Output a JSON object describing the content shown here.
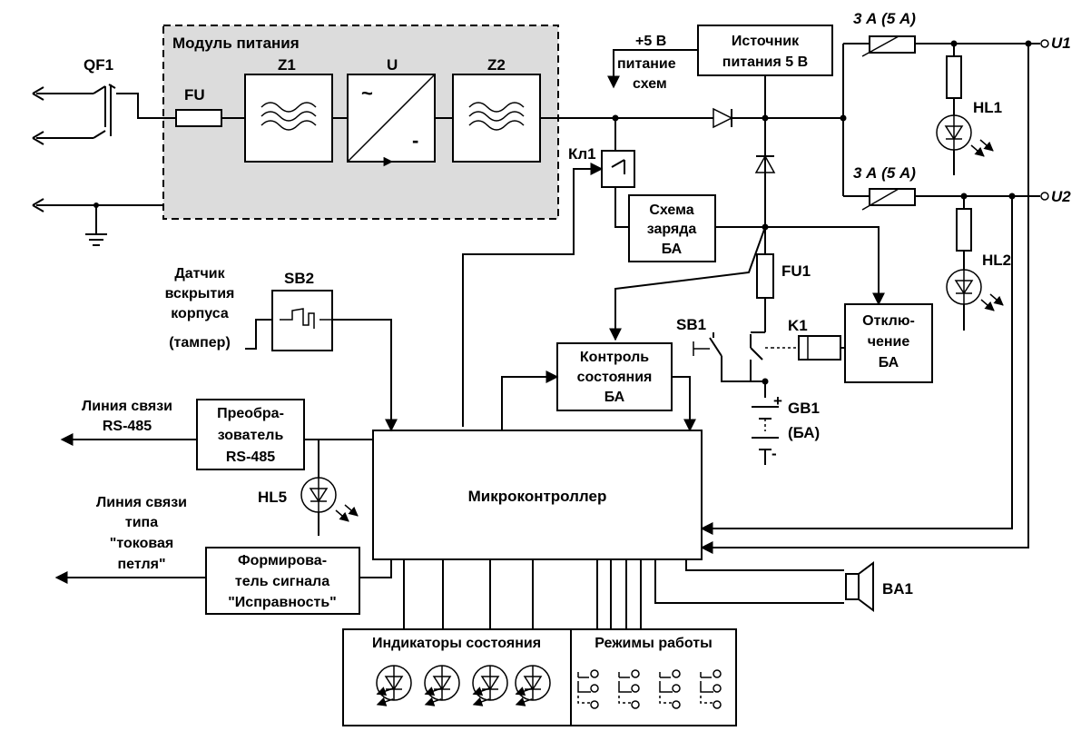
{
  "power_module": {
    "title": "Модуль питания",
    "fuse": "FU",
    "filter1": "Z1",
    "converter": "U",
    "converter_in": "~",
    "converter_out": "-",
    "filter2": "Z2"
  },
  "breaker": "QF1",
  "supply_5v": {
    "line1": "Источник",
    "line2": "питания 5 В",
    "out_line1": "+5 В",
    "out_line2": "питание",
    "out_line3": "схем"
  },
  "fuse_u1": "3 А (5 А)",
  "fuse_u2": "3 А (5 А)",
  "out_u1": "U1",
  "out_u2": "U2",
  "hl1": "HL1",
  "hl2": "HL2",
  "hl5": "HL5",
  "kl1": "Кл1",
  "charge": {
    "line1": "Схема",
    "line2": "заряда",
    "line3": "БА"
  },
  "fu1": "FU1",
  "sb1": "SB1",
  "k1": "K1",
  "disconnect": {
    "line1": "Отклю-",
    "line2": "чение",
    "line3": "БА"
  },
  "battery": {
    "name": "GB1",
    "sub": "(БА)",
    "plus": "+",
    "minus": "-"
  },
  "control": {
    "line1": "Контроль",
    "line2": "состояния",
    "line3": "БА"
  },
  "tamper": {
    "line1": "Датчик",
    "line2": "вскрытия",
    "line3": "корпуса",
    "line4": "(тампер)",
    "switch": "SB2"
  },
  "converter485": {
    "line1": "Преобра-",
    "line2": "зователь",
    "line3": "RS-485"
  },
  "rs485_line": {
    "line1": "Линия связи",
    "line2": "RS-485"
  },
  "current_loop": {
    "line1": "Линия связи",
    "line2": "типа",
    "line3": "\"токовая",
    "line4": "петля\""
  },
  "signal_former": {
    "line1": "Формирова-",
    "line2": "тель сигнала",
    "line3": "\"Исправность\""
  },
  "mcu": "Микроконтроллер",
  "indicators": "Индикаторы состояния",
  "modes": "Режимы работы",
  "buzzer": "BA1"
}
